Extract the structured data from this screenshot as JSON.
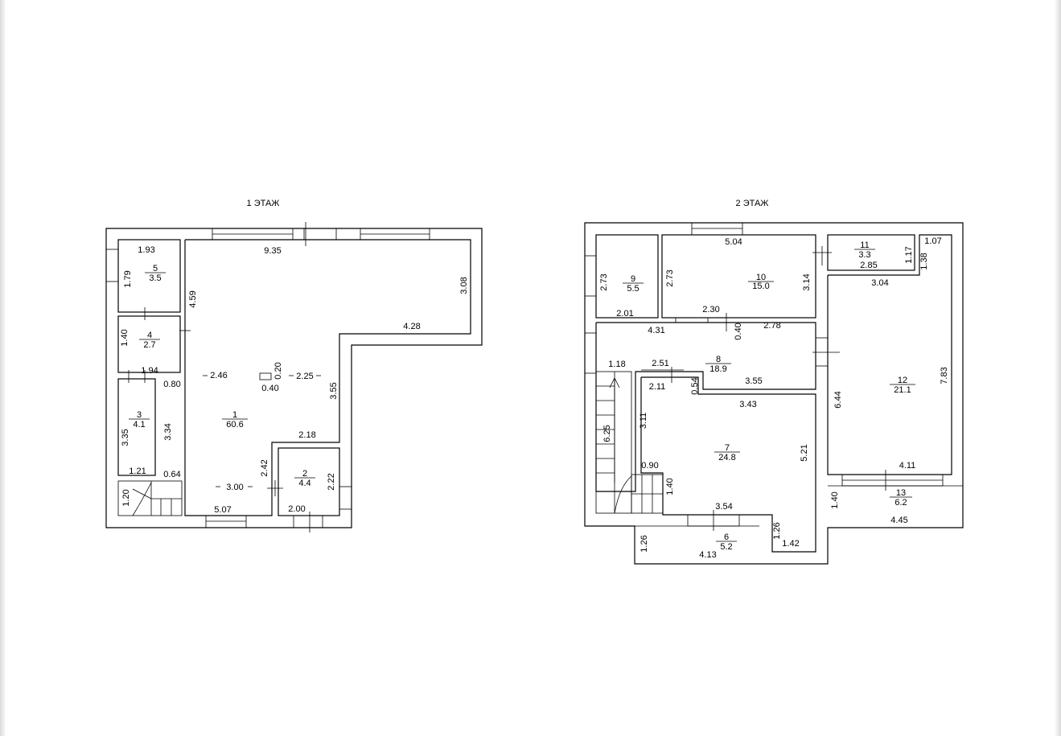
{
  "floors": [
    {
      "title": "1 ЭТАЖ",
      "rooms": [
        {
          "num": "1",
          "area": "60.6"
        },
        {
          "num": "2",
          "area": "4.4"
        },
        {
          "num": "3",
          "area": "4.1"
        },
        {
          "num": "4",
          "area": "2.7"
        },
        {
          "num": "5",
          "area": "3.5"
        }
      ],
      "dims": [
        "1.93",
        "1.79",
        "4.59",
        "9.35",
        "3.08",
        "4.28",
        "1.40",
        "1.94",
        "0.80",
        "2.46",
        "0.20",
        "0.40",
        "2.25",
        "3.55",
        "3.35",
        "3.34",
        "1.21",
        "0.64",
        "2.18",
        "2.42",
        "2.22",
        "3.00",
        "1.20",
        "5.07",
        "2.00"
      ]
    },
    {
      "title": "2 ЭТАЖ",
      "rooms": [
        {
          "num": "6",
          "area": "5.2"
        },
        {
          "num": "7",
          "area": "24.8"
        },
        {
          "num": "8",
          "area": "18.9"
        },
        {
          "num": "9",
          "area": "5.5"
        },
        {
          "num": "10",
          "area": "15.0"
        },
        {
          "num": "11",
          "area": "3.3"
        },
        {
          "num": "12",
          "area": "21.1"
        },
        {
          "num": "13",
          "area": "6.2"
        }
      ],
      "dims": [
        "5.04",
        "2.73",
        "2.73",
        "3.14",
        "1.17",
        "1.07",
        "1.38",
        "2.85",
        "3.04",
        "2.01",
        "2.30",
        "4.31",
        "0.40",
        "2.78",
        "1.18",
        "2.51",
        "2.11",
        "0.54",
        "3.55",
        "3.43",
        "3.11",
        "6.25",
        "6.44",
        "7.83",
        "5.21",
        "0.90",
        "1.40",
        "4.11",
        "3.54",
        "1.40",
        "4.45",
        "1.26",
        "1.26",
        "1.42",
        "4.13"
      ]
    }
  ]
}
